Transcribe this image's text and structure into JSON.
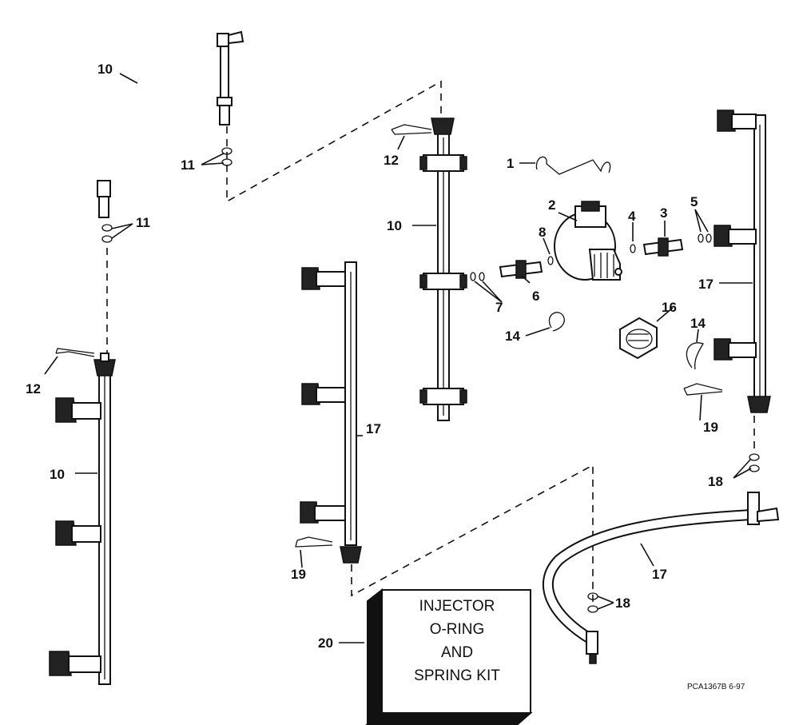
{
  "labels": {
    "l1": "1",
    "l2": "2",
    "l3": "3",
    "l4": "4",
    "l5": "5",
    "l6": "6",
    "l7": "7",
    "l8": "8",
    "l10a": "10",
    "l10b": "10",
    "l10c": "10",
    "l11a": "11",
    "l11b": "11",
    "l12a": "12",
    "l12b": "12",
    "l14a": "14",
    "l14b": "14",
    "l16": "16",
    "l17a": "17",
    "l17b": "17",
    "l17c": "17",
    "l18a": "18",
    "l18b": "18",
    "l19a": "19",
    "l19b": "19",
    "l20": "20"
  },
  "kit": {
    "line1": "INJECTOR",
    "line2": "O-RING",
    "line3": "AND",
    "line4": "SPRING KIT"
  },
  "reference": "PCA1367B 6-97"
}
